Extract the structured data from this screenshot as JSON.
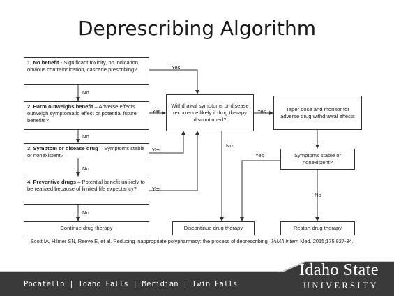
{
  "slide": {
    "title": "Deprescribing Algorithm"
  },
  "flowchart": {
    "box1": {
      "heading": "1.  No benefit",
      "text": " - Significant toxicity, no indication, obvious contraindication, cascade prescribing?"
    },
    "box2": {
      "heading": "2. Harm outweighs benefit",
      "text": " – Adverse effects outweigh symptomatic effect or potential future benefits?"
    },
    "box3": {
      "heading": "3. Symptom or disease drug",
      "text": " – Symptoms stable or nonexistent?"
    },
    "box4": {
      "heading": "4. Preventive drugs",
      "text": " – Potential benefit unlikely to be realized because of limited life expectancy?"
    },
    "withdrawal": "Withdrawal symptoms or disease recurrence likely if drug therapy discontinued?",
    "taper": "Taper dose and monitor for adverse drug withdrawal effects",
    "stable": "Symptoms stable or nonexistent?",
    "continue": "Continue drug therapy",
    "discontinue": "Discontinue drug therapy",
    "restart": "Restart drug therapy",
    "yes": "Yes",
    "no": "No"
  },
  "citation": {
    "before": "Scott IA, Hilmer SN, Reeve E, et al. Reducing inappropriate polypharmacy: the process of deprescribing. ",
    "journal": "JAMA Intern",
    "after": " Med. 2015;175:827-34."
  },
  "footer": {
    "locations": "Pocatello | Idaho Falls | Meridian | Twin Falls",
    "logo_name": "Idaho State",
    "logo_sub": "UNIVERSITY"
  },
  "colors": {
    "footer_band": "#3a3a3a",
    "footer_accent": "#c9c9c9",
    "text": "#222222"
  }
}
